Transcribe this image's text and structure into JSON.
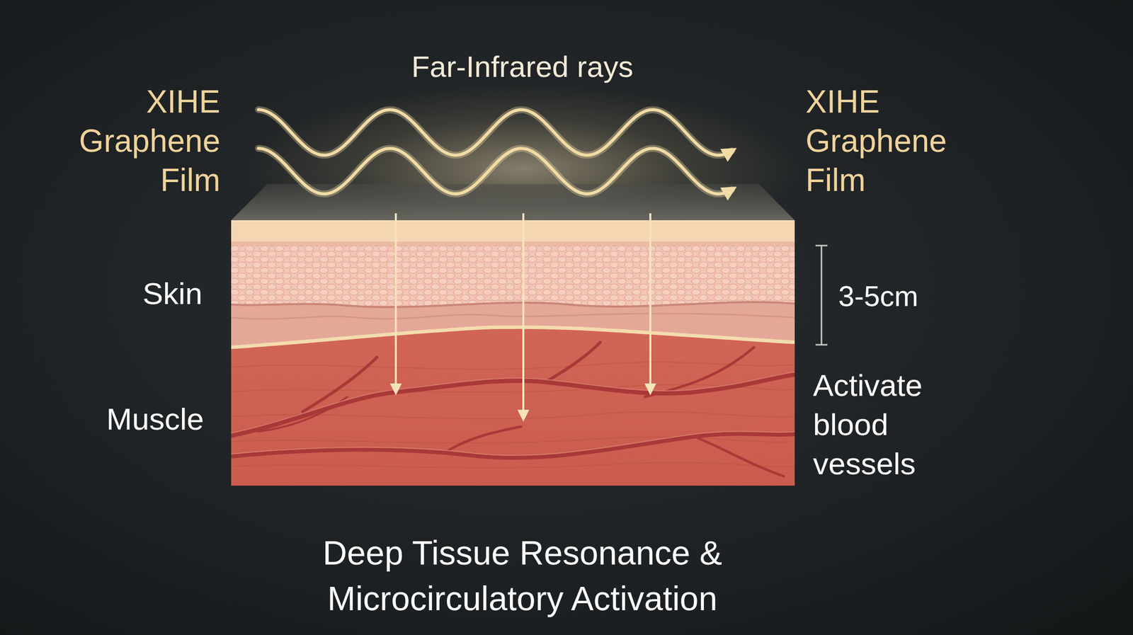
{
  "diagram": {
    "caption": "Deep Tissue Resonance & Microcirculatory Activation",
    "labels": [
      "Far-Infrared rays",
      "XIHE Graphene Film",
      "XIHE Graphene Film",
      "Skin",
      "Muscle",
      "3-5cm",
      "Activate blood vessels"
    ]
  }
}
